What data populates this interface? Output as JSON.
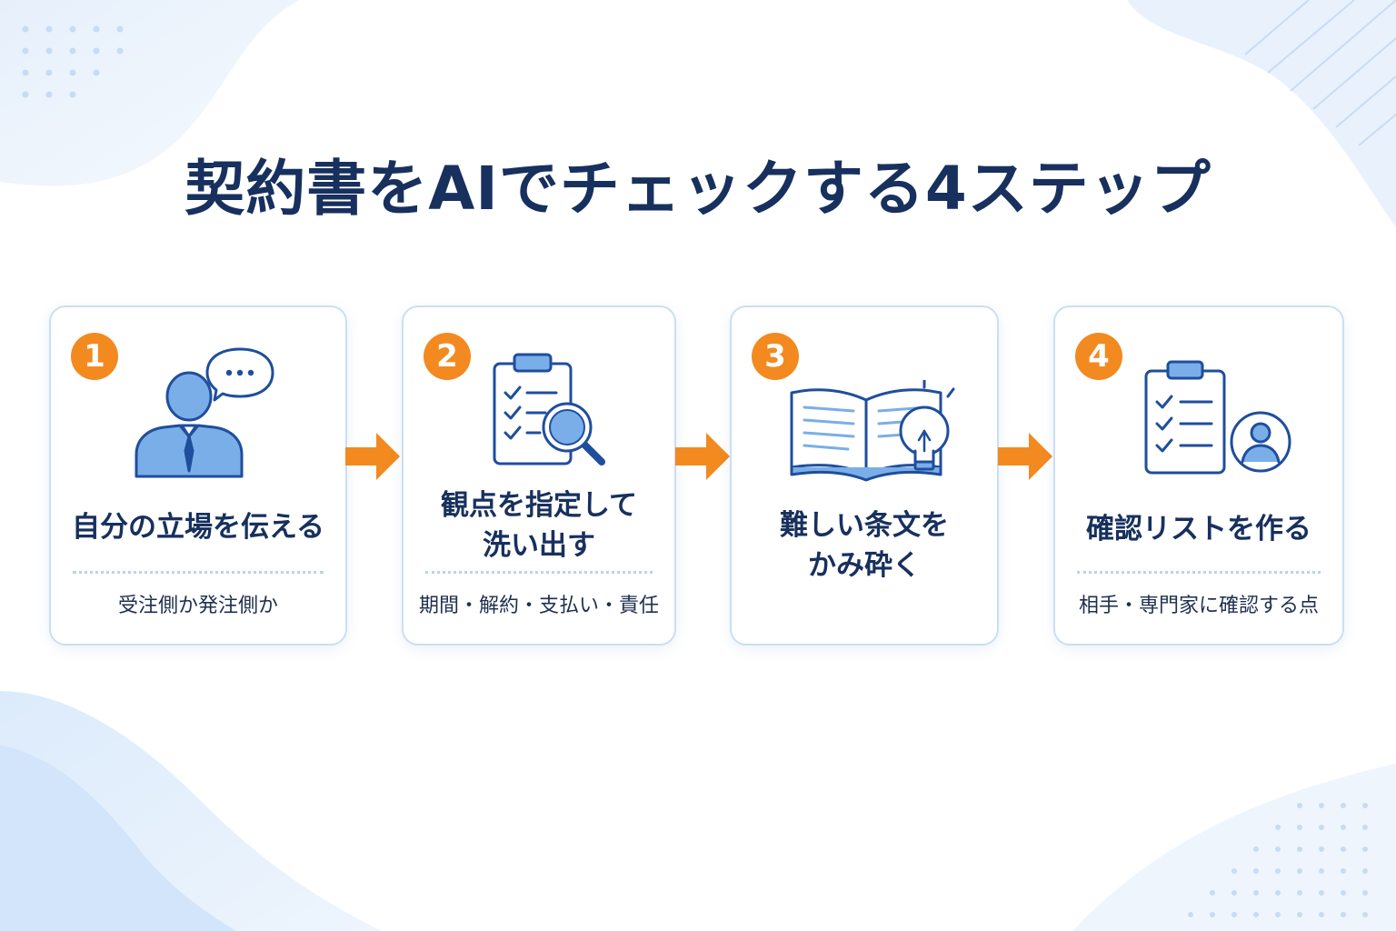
{
  "title": "契約書をAIでチェックする4ステップ",
  "colors": {
    "navy": "#17305e",
    "accent": "#f28a20",
    "icon_fill": "#7aaee8",
    "icon_stroke": "#1f4e9c",
    "card_border": "#c9dff5"
  },
  "steps": [
    {
      "number": "1",
      "icon": "person-speech-icon",
      "heading": [
        "自分の立場を伝える"
      ],
      "detail": "受注側か発注側か"
    },
    {
      "number": "2",
      "icon": "clipboard-magnifier-icon",
      "heading": [
        "観点を指定して",
        "洗い出す"
      ],
      "detail": "期間・解約・支払い・責任"
    },
    {
      "number": "3",
      "icon": "book-lightbulb-icon",
      "heading": [
        "難しい条文を",
        "かみ砕く"
      ],
      "detail": ""
    },
    {
      "number": "4",
      "icon": "clipboard-person-icon",
      "heading": [
        "確認リストを作る"
      ],
      "detail": "相手・専門家に確認する点"
    }
  ]
}
